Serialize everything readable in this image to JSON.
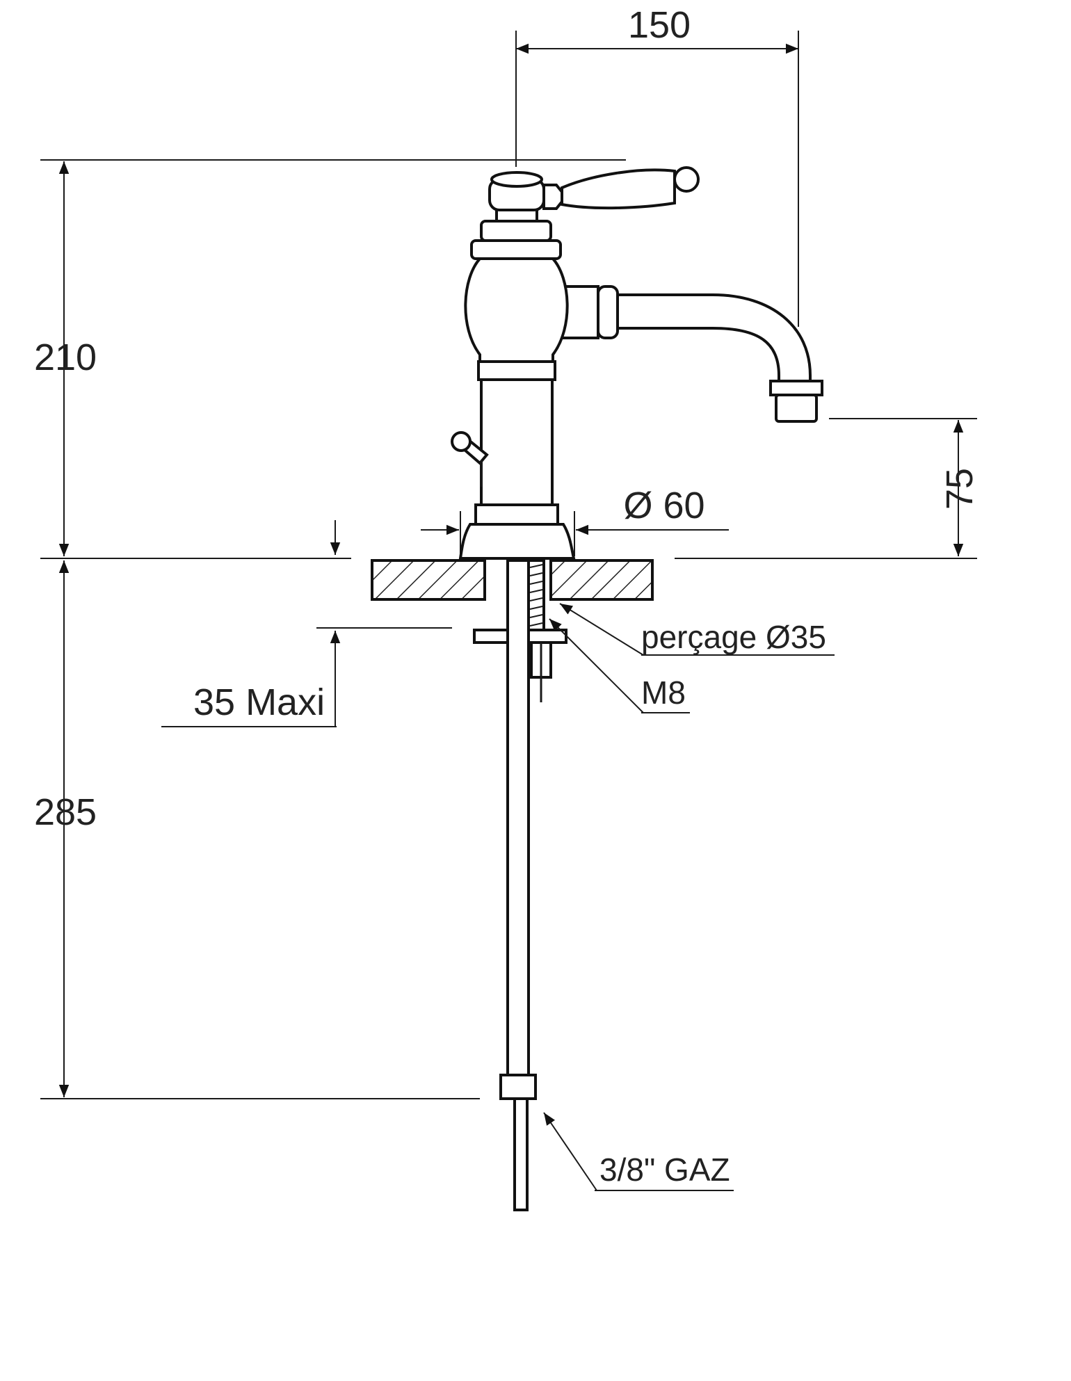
{
  "dimensions": {
    "spout_reach": "150",
    "total_height": "210",
    "spout_clearance": "75",
    "base_diameter": "Ø 60",
    "drilling": "perçage Ø35",
    "thread": "M8",
    "max_thickness": "35 Maxi",
    "hose_length": "285",
    "connection": "3/8\" GAZ"
  },
  "colors": {
    "line": "#111111",
    "text": "#222222",
    "background": "#ffffff"
  }
}
